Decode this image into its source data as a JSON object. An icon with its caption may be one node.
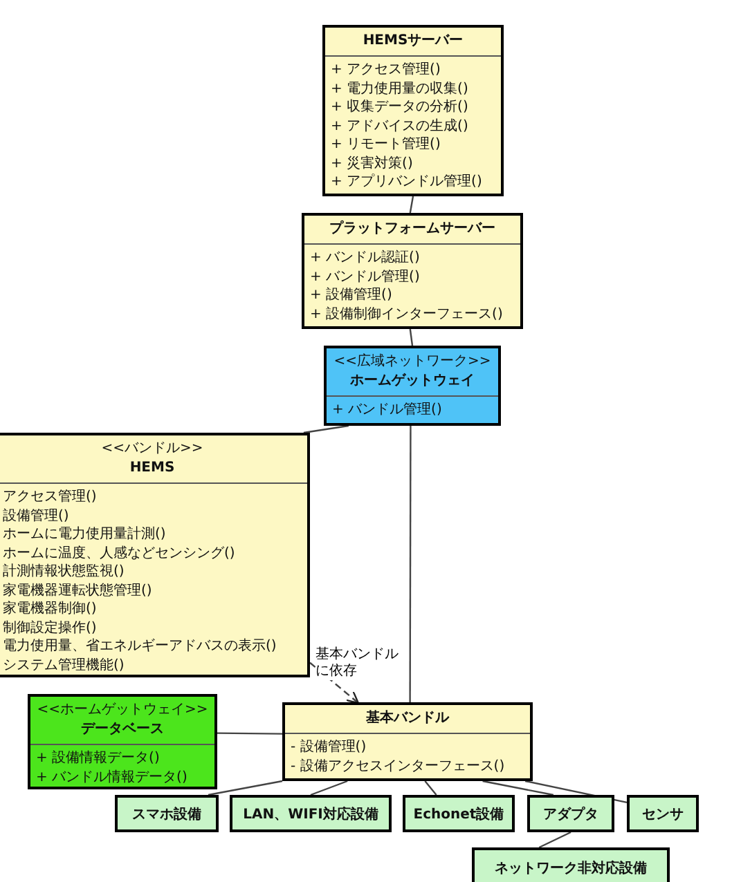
{
  "diagram": {
    "nodes": [
      {
        "text": [
          "HEMSサーバー",
          "+ アクセス管理()",
          "+ 電力使用量の収集()",
          "+ 収集データの分析()",
          "+ アドバイスの生成()",
          "+ リモート管理()",
          "+ 災害対策()",
          "+ アプリバンドル管理()"
        ]
      },
      {
        "text": [
          "プラットフォームサーバー",
          "+ バンドル認証()",
          "+ バンドル管理()",
          "+ 設備管理()",
          "+ 設備制御インターフェース()"
        ]
      },
      {
        "text": [
          "<<広域ネットワーク>>",
          "ホームゲットウェイ",
          "+ バンドル管理()"
        ]
      },
      {
        "text": [
          "<<バンドル>>",
          "HEMS",
          "アクセス管理()",
          "設備管理()",
          "ホームに電力使用量計測()",
          "ホームに温度、人感などセンシング()",
          "計測情報状態監視()",
          "家電機器運転状態管理()",
          "家電機器制御()",
          "制御設定操作()",
          "電力使用量、省エネルギーアドバスの表示()",
          "システム管理機能()"
        ]
      },
      {
        "text": [
          "<<ホームゲットウェイ>>",
          "データベース",
          "+ 設備情報データ()",
          "+ バンドル情報データ()"
        ]
      },
      {
        "text": [
          "基本バンドル",
          "- 設備管理()",
          "- 設備アクセスインターフェース()"
        ]
      },
      {
        "text": [
          "スマホ設備"
        ]
      },
      {
        "text": [
          "LAN、WIFI対応設備"
        ]
      },
      {
        "text": [
          "Echonet設備"
        ]
      },
      {
        "text": [
          "アダプタ"
        ]
      },
      {
        "text": [
          "センサ"
        ]
      },
      {
        "text": [
          "ネットワーク非対応設備"
        ]
      }
    ],
    "edges": [
      {
        "from": 0,
        "to": 1,
        "arrow": "none"
      },
      {
        "from": 1,
        "to": 2,
        "arrow": "none"
      },
      {
        "from": 2,
        "to": 3,
        "arrow": "none"
      },
      {
        "from": 2,
        "to": 5,
        "arrow": "none"
      },
      {
        "from": 3,
        "to": 5,
        "arrow": "to",
        "style": "dashed",
        "label": "基本バンドルに依存"
      },
      {
        "from": 4,
        "to": 5,
        "arrow": "none"
      },
      {
        "from": 5,
        "to": 6,
        "arrow": "none"
      },
      {
        "from": 5,
        "to": 7,
        "arrow": "none"
      },
      {
        "from": 5,
        "to": 8,
        "arrow": "none"
      },
      {
        "from": 5,
        "to": 9,
        "arrow": "none"
      },
      {
        "from": 5,
        "to": 10,
        "arrow": "none"
      },
      {
        "from": 9,
        "to": 11,
        "arrow": "none"
      }
    ]
  }
}
